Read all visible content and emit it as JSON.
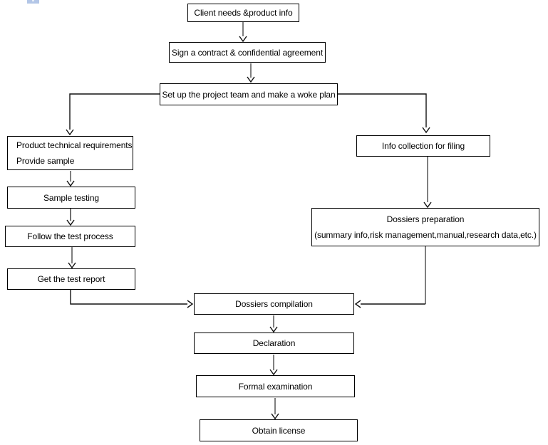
{
  "page": {
    "background_color": "#ffffff",
    "box_border_color": "#000000",
    "connector_gray_color": "#7f7f7f",
    "connector_black_color": "#111111",
    "clipped_icon_color": "#b3c6e7"
  },
  "flowchart": {
    "nodes": {
      "client_needs": {
        "label": "Client needs &product info"
      },
      "sign_contract": {
        "label": "Sign a contract & confidential agreement"
      },
      "setup_team": {
        "label": "Set up the project team and make a woke plan"
      },
      "product_requirements": {
        "line1": "Product technical requirements",
        "line2": "Provide sample"
      },
      "sample_testing": {
        "label": "Sample testing"
      },
      "follow_test_process": {
        "label": "Follow the test process"
      },
      "get_test_report": {
        "label": "Get the test report"
      },
      "info_collection": {
        "label": "Info collection for filing"
      },
      "dossiers_preparation": {
        "line1": "Dossiers preparation",
        "line2": "(summary info,risk management,manual,research data,etc.)"
      },
      "dossiers_compilation": {
        "label": "Dossiers compilation"
      },
      "declaration": {
        "label": "Declaration"
      },
      "formal_examination": {
        "label": "Formal examination"
      },
      "obtain_license": {
        "label": "Obtain license"
      }
    }
  }
}
